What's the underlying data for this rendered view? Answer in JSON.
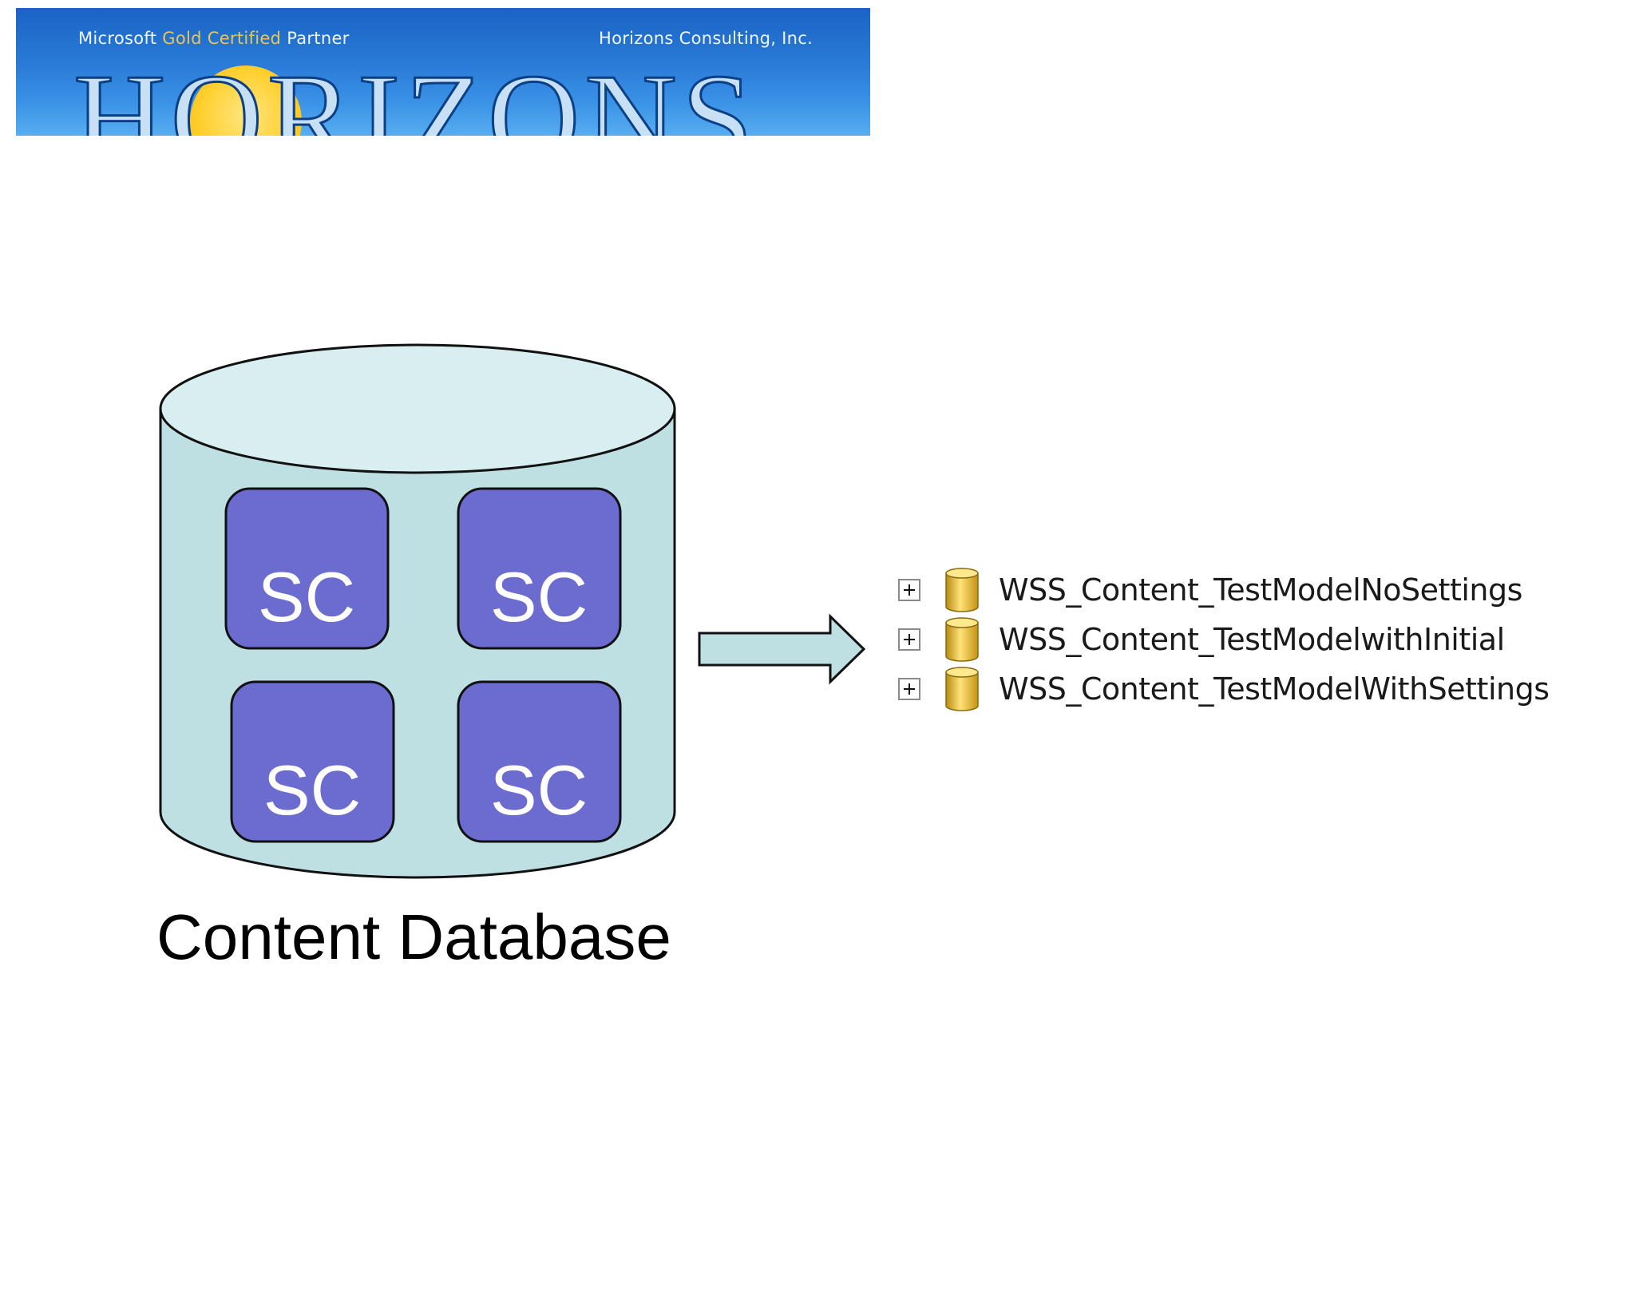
{
  "banner": {
    "tag_left_a": "Microsoft",
    "tag_left_b": "Gold Certified",
    "tag_left_c": "Partner",
    "tag_right": "Horizons Consulting, Inc.",
    "wordmark": "HORIZONS"
  },
  "diagram": {
    "site_collections": [
      {
        "label": "SC"
      },
      {
        "label": "SC"
      },
      {
        "label": "SC"
      },
      {
        "label": "SC"
      }
    ],
    "caption": "Content Database",
    "colors": {
      "cylinder_fill": "#bfe0e3",
      "cylinder_top": "#d9eef0",
      "tile_fill": "#6c6bcf",
      "arrow_fill": "#bfe0e3"
    }
  },
  "tree": {
    "items": [
      {
        "label": "WSS_Content_TestModelNoSettings",
        "icon": "database-icon"
      },
      {
        "label": "WSS_Content_TestModelwithInitial",
        "icon": "database-icon"
      },
      {
        "label": "WSS_Content_TestModelWithSettings",
        "icon": "database-icon"
      }
    ]
  }
}
